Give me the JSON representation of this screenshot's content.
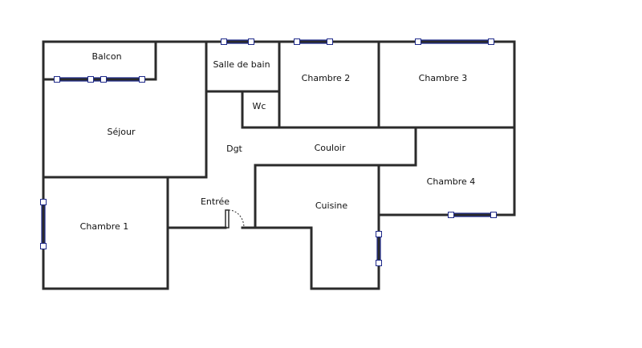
{
  "rooms": {
    "balcon": "Balcon",
    "salle_de_bain": "Salle de bain",
    "chambre_2": "Chambre 2",
    "chambre_3": "Chambre 3",
    "wc": "Wc",
    "sejour": "Séjour",
    "dgt": "Dgt",
    "couloir": "Couloir",
    "chambre_4": "Chambre 4",
    "entree": "Entrée",
    "cuisine": "Cuisine",
    "chambre_1": "Chambre 1"
  },
  "colors": {
    "wall": "#2b2b2b",
    "window": "#1f2a8a",
    "background": "#ffffff"
  }
}
